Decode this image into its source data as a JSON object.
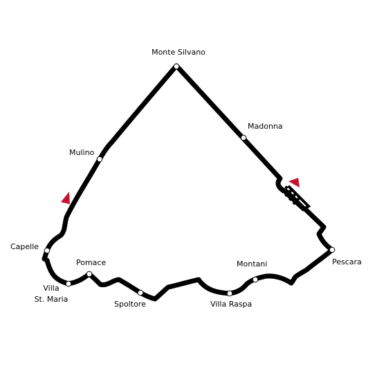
{
  "map": {
    "colors": {
      "background": "#ffffff",
      "track": "#000000",
      "town_marker": "#ffffff",
      "direction_arrow": "#c8102e"
    },
    "places": [
      {
        "id": "monte-silvano",
        "label": "Monte Silvano"
      },
      {
        "id": "madonna",
        "label": "Madonna"
      },
      {
        "id": "mulino",
        "label": "Mulino"
      },
      {
        "id": "capelle",
        "label": "Capelle"
      },
      {
        "id": "pomace",
        "label": "Pomace"
      },
      {
        "id": "villa-st-maria",
        "label_line1": "Villa",
        "label_line2": "St. Maria"
      },
      {
        "id": "spoltore",
        "label": "Spoltore"
      },
      {
        "id": "montani",
        "label": "Montani"
      },
      {
        "id": "villa-raspa",
        "label": "Villa Raspa"
      },
      {
        "id": "pescara",
        "label": "Pescara"
      }
    ],
    "features": {
      "start_finish": "checkered-flag-icon",
      "direction_arrows": 2
    }
  }
}
